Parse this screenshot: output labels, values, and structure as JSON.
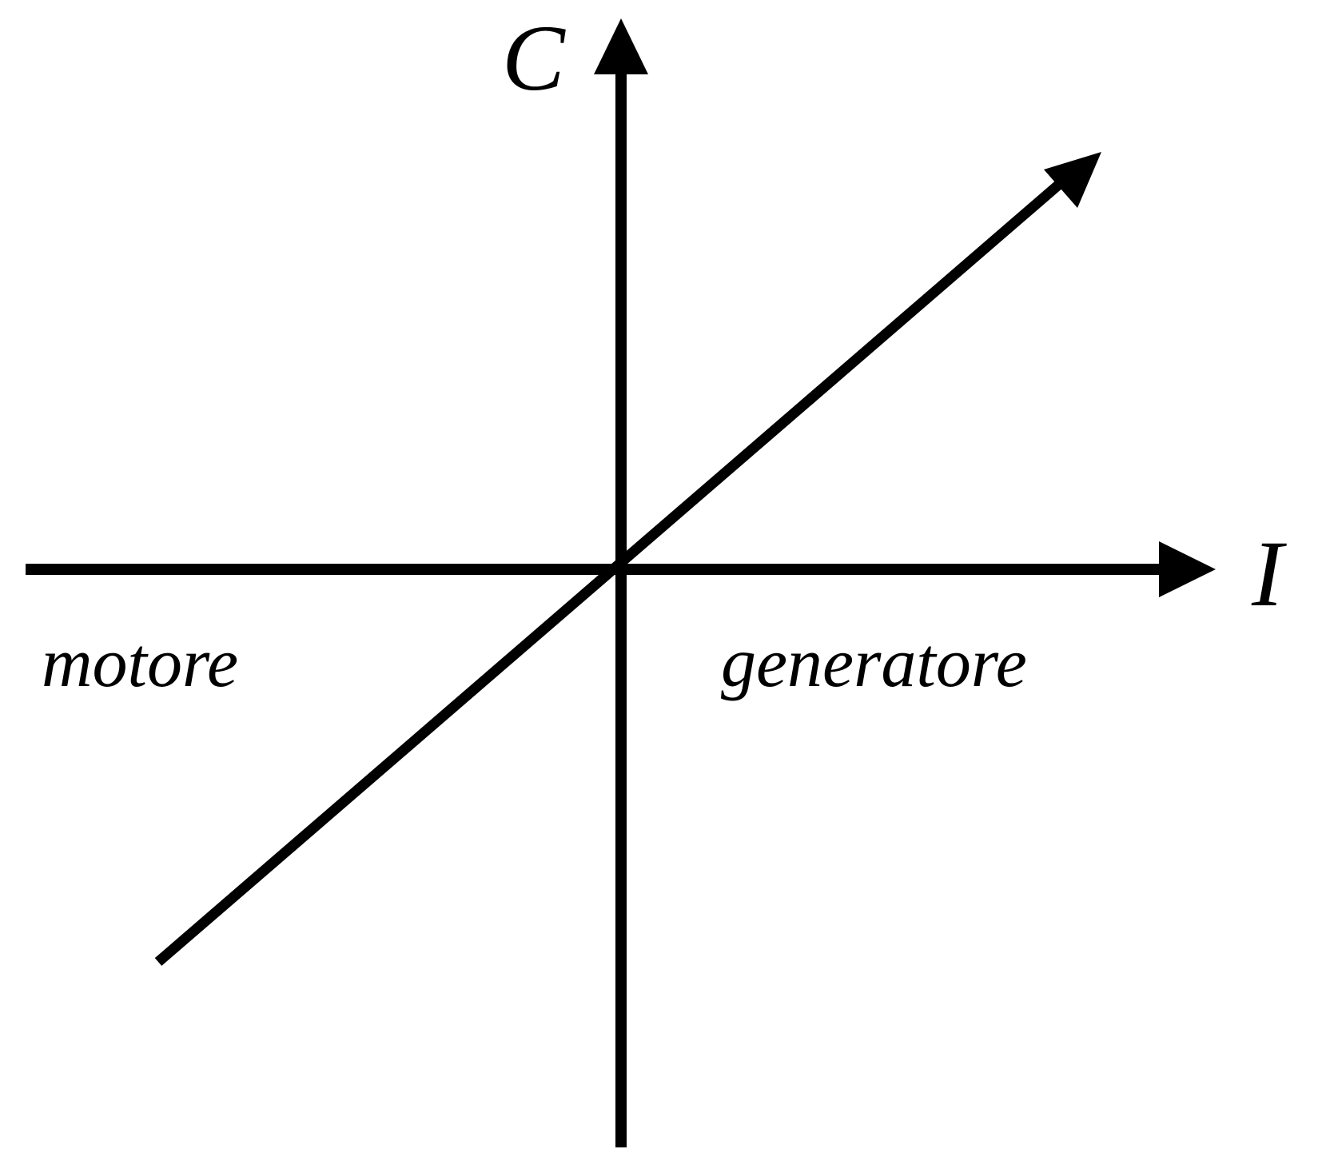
{
  "diagram": {
    "title": "Caratteristica coppia-corrente",
    "axes": {
      "y_label": "C",
      "x_label": "I"
    },
    "regions": {
      "left": "motore",
      "right": "generatore"
    },
    "colors": {
      "ink": "#000000",
      "background": "#ffffff"
    }
  }
}
